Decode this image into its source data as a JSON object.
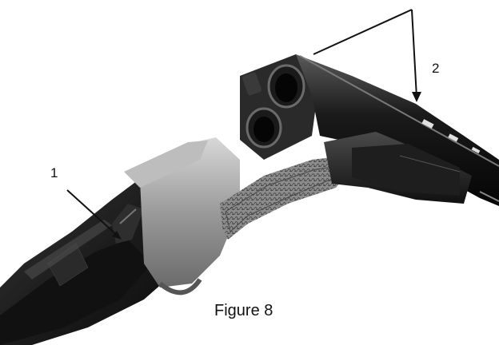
{
  "figure": {
    "caption": "Figure 8",
    "callouts": [
      {
        "number": "1"
      },
      {
        "number": "2"
      }
    ]
  }
}
